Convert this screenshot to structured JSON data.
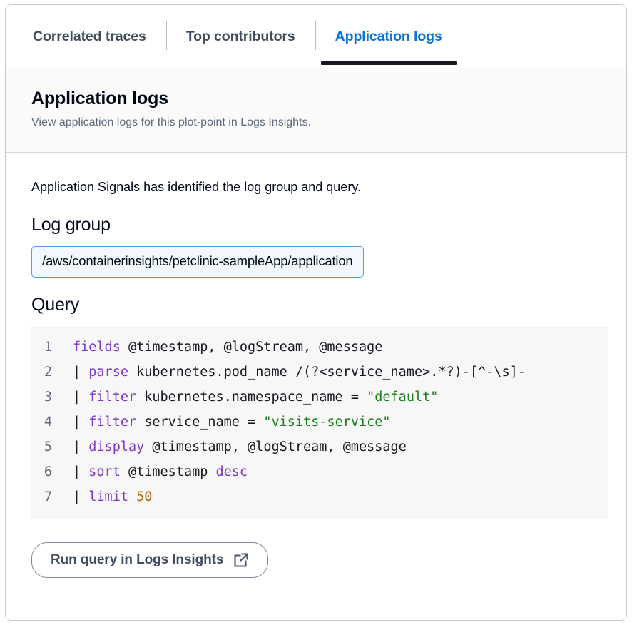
{
  "tabs": [
    {
      "label": "Correlated traces",
      "active": false
    },
    {
      "label": "Top contributors",
      "active": false
    },
    {
      "label": "Application logs",
      "active": true
    }
  ],
  "header": {
    "title": "Application logs",
    "description": "View application logs for this plot-point in Logs Insights."
  },
  "content": {
    "intro": "Application Signals has identified the log group and query.",
    "log_group_heading": "Log group",
    "log_group_value": "/aws/containerinsights/petclinic-sampleApp/application",
    "query_heading": "Query"
  },
  "query": {
    "line_numbers": [
      "1",
      "2",
      "3",
      "4",
      "5",
      "6",
      "7"
    ],
    "lines": [
      {
        "n": "1",
        "keyword": "fields",
        "rest": " @timestamp, @logStream, @message"
      },
      {
        "n": "2",
        "keyword": "parse",
        "rest": " kubernetes.pod_name /(?<service_name>.*?)-[^-\\s]-"
      },
      {
        "n": "3",
        "keyword": "filter",
        "rest": " kubernetes.namespace_name = ",
        "string": "\"default\""
      },
      {
        "n": "4",
        "keyword": "filter",
        "rest": " service_name = ",
        "string": "\"visits-service\""
      },
      {
        "n": "5",
        "keyword": "display",
        "rest": " @timestamp, @logStream, @message"
      },
      {
        "n": "6",
        "keyword": "sort",
        "rest": " @timestamp ",
        "keyword2": "desc"
      },
      {
        "n": "7",
        "keyword": "limit",
        "rest": " ",
        "number": "50"
      }
    ]
  },
  "footer": {
    "run_button_label": "Run query in Logs Insights",
    "run_button_icon": "external-link-icon"
  },
  "colors": {
    "active_tab": "#0972d3",
    "inactive_tab": "#414d5c",
    "tab_underline": "#16191f",
    "chip_bg": "#f2f8fd",
    "chip_border": "#539fe5",
    "code_bg": "#f7f7f8",
    "keyword": "#7d3ac1",
    "string": "#1e7c1e",
    "number": "#b8690a",
    "header_bg": "#fafafa"
  }
}
